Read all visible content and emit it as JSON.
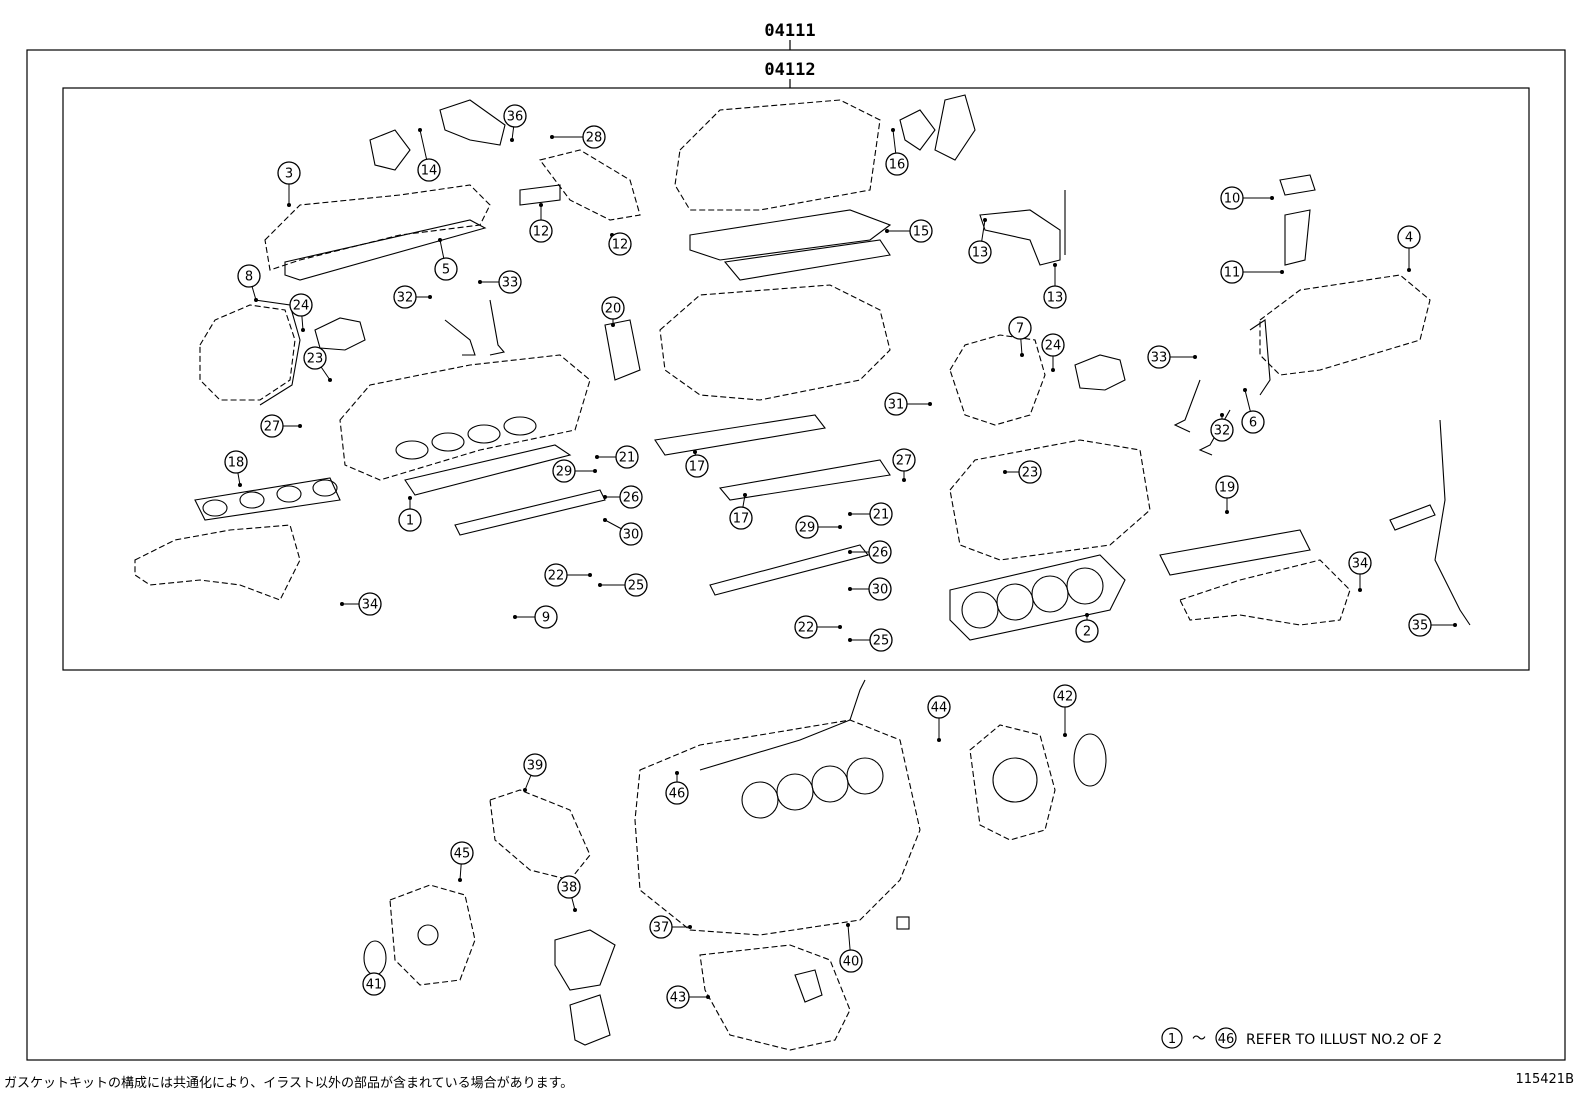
{
  "kits": {
    "outer_label": "04111",
    "inner_label": "04112"
  },
  "refer_note": {
    "start": "1",
    "sep": "～",
    "end": "46",
    "text": "REFER TO ILLUST NO.2 OF 2"
  },
  "footer": {
    "note_jp": "ガスケットキットの構成には共通化により、イラスト以外の部品が含まれている場合があります。",
    "figure_id": "115421B"
  },
  "callouts": [
    {
      "n": "3"
    },
    {
      "n": "14"
    },
    {
      "n": "36"
    },
    {
      "n": "28"
    },
    {
      "n": "16"
    },
    {
      "n": "10"
    },
    {
      "n": "4"
    },
    {
      "n": "12"
    },
    {
      "n": "12"
    },
    {
      "n": "15"
    },
    {
      "n": "13"
    },
    {
      "n": "13"
    },
    {
      "n": "11"
    },
    {
      "n": "8"
    },
    {
      "n": "5"
    },
    {
      "n": "24"
    },
    {
      "n": "32"
    },
    {
      "n": "33"
    },
    {
      "n": "20"
    },
    {
      "n": "7"
    },
    {
      "n": "24"
    },
    {
      "n": "33"
    },
    {
      "n": "6"
    },
    {
      "n": "32"
    },
    {
      "n": "23"
    },
    {
      "n": "31"
    },
    {
      "n": "27"
    },
    {
      "n": "21"
    },
    {
      "n": "17"
    },
    {
      "n": "29"
    },
    {
      "n": "18"
    },
    {
      "n": "26"
    },
    {
      "n": "30"
    },
    {
      "n": "1"
    },
    {
      "n": "17"
    },
    {
      "n": "27"
    },
    {
      "n": "23"
    },
    {
      "n": "21"
    },
    {
      "n": "29"
    },
    {
      "n": "19"
    },
    {
      "n": "26"
    },
    {
      "n": "22"
    },
    {
      "n": "25"
    },
    {
      "n": "30"
    },
    {
      "n": "34"
    },
    {
      "n": "9"
    },
    {
      "n": "22"
    },
    {
      "n": "25"
    },
    {
      "n": "2"
    },
    {
      "n": "34"
    },
    {
      "n": "35"
    },
    {
      "n": "44"
    },
    {
      "n": "42"
    },
    {
      "n": "39"
    },
    {
      "n": "46"
    },
    {
      "n": "45"
    },
    {
      "n": "38"
    },
    {
      "n": "37"
    },
    {
      "n": "40"
    },
    {
      "n": "41"
    },
    {
      "n": "43"
    }
  ],
  "colors": {
    "ink": "#000000",
    "background": "#ffffff"
  }
}
